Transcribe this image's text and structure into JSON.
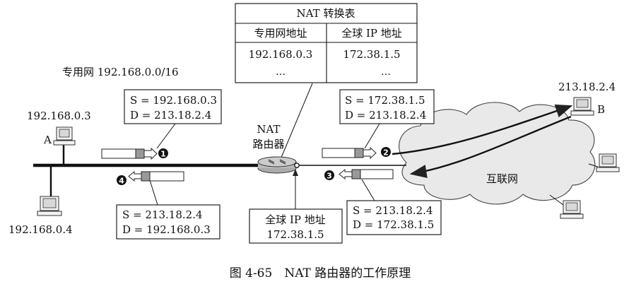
{
  "nat_table": {
    "title": "NAT 转换表",
    "header_private": "专用网地址",
    "header_global": "全球 IP 地址",
    "row_private": "192.168.0.3",
    "row_global": "172.38.1.5",
    "ellipsis_private": "…",
    "ellipsis_global": "…"
  },
  "private_net_label": "专用网 192.168.0.0/16",
  "host_a": {
    "ip": "192.168.0.3",
    "name": "A"
  },
  "host_lower": {
    "ip": "192.168.0.4"
  },
  "host_b": {
    "ip": "213.18.2.4",
    "name": "B"
  },
  "router": {
    "line1": "NAT",
    "line2": "路由器"
  },
  "internet_label": "互联网",
  "packet1": {
    "src": "S = 192.168.0.3",
    "dst": "D = 213.18.2.4",
    "step": "1"
  },
  "packet2": {
    "src": "S = 172.38.1.5",
    "dst": "D = 213.18.2.4",
    "step": "2"
  },
  "packet3": {
    "src": "S = 213.18.2.4",
    "dst": "D = 172.38.1.5",
    "step": "3"
  },
  "packet4": {
    "src": "S = 213.18.2.4",
    "dst": "D = 192.168.0.3",
    "step": "4"
  },
  "global_ip_box": {
    "line1": "全球 IP 地址",
    "line2": "172.38.1.5"
  },
  "caption": "图 4-65　NAT 路由器的工作原理"
}
